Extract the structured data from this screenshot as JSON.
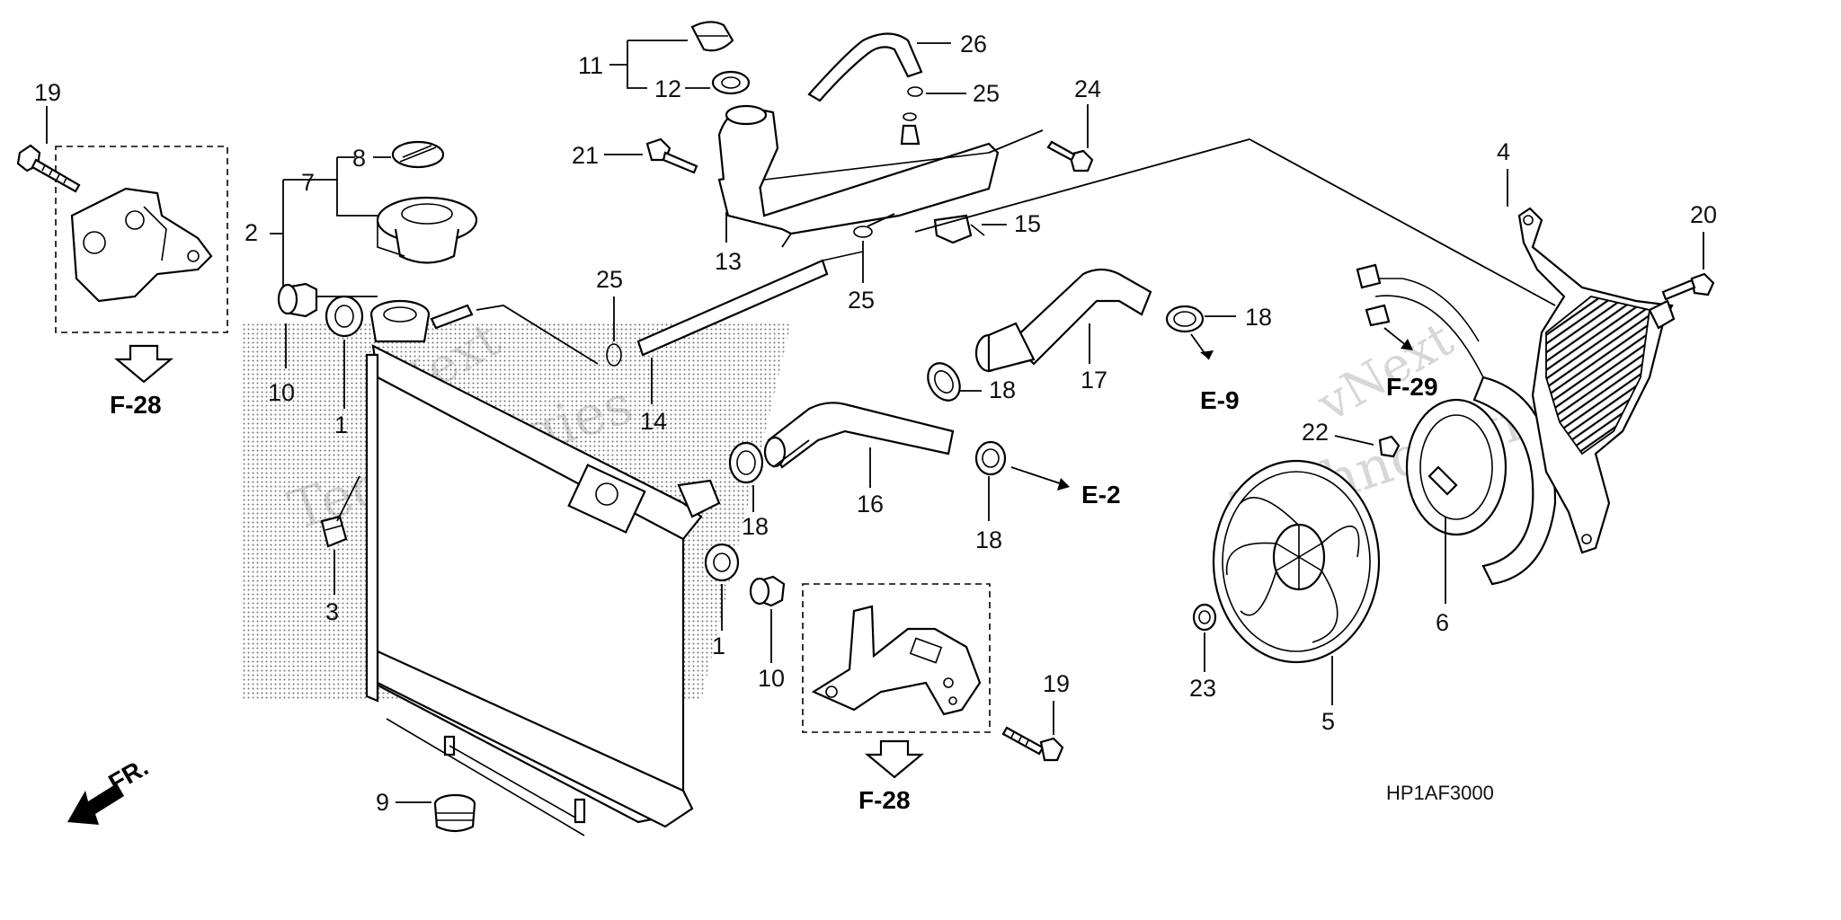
{
  "diagram_code": "HP1AF3000",
  "front_marker": "FR.",
  "watermark": {
    "line1": "vNext",
    "line2": "Technologies"
  },
  "refs": {
    "f28_top_left": "F-28",
    "f28_bottom": "F-28",
    "f29": "F-29",
    "e9": "E-9",
    "e2": "E-2"
  },
  "callouts": {
    "c1a": "1",
    "c1b": "1",
    "c2": "2",
    "c3": "3",
    "c4": "4",
    "c5": "5",
    "c6": "6",
    "c7": "7",
    "c8": "8",
    "c9": "9",
    "c10a": "10",
    "c10b": "10",
    "c11": "11",
    "c12": "12",
    "c13": "13",
    "c14": "14",
    "c15": "15",
    "c16": "16",
    "c17": "17",
    "c18a": "18",
    "c18b": "18",
    "c18c": "18",
    "c18d": "18",
    "c19a": "19",
    "c19b": "19",
    "c20": "20",
    "c21": "21",
    "c22": "22",
    "c23": "23",
    "c24": "24",
    "c25a": "25",
    "c25b": "25",
    "c25c": "25",
    "c26": "26"
  }
}
